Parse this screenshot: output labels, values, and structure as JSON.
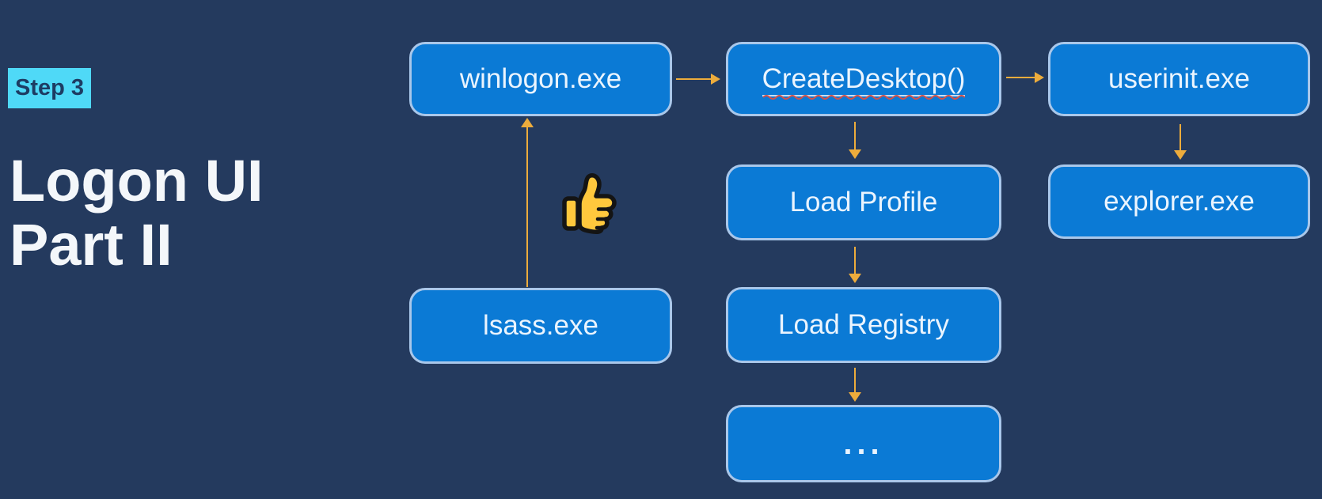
{
  "slide": {
    "background_color": "#243A5E",
    "badge": {
      "label": "Step 3",
      "background_color": "#4FD9F7",
      "text_color": "#1D3C63"
    },
    "title": {
      "line1": "Logon UI",
      "line2": "Part II",
      "color": "#F4F7FA"
    }
  },
  "diagram": {
    "style": {
      "node_fill": "#0B7AD5",
      "node_border": "#A9C7EA",
      "node_text_color": "#EAF4FE",
      "arrow_color": "#EDAC3C",
      "spellcheck_squiggle_color": "#D0524C",
      "underline_color": "#C6DEF4"
    },
    "nodes": [
      {
        "id": "winlogon",
        "label": "winlogon.exe"
      },
      {
        "id": "createdesktop",
        "label": "CreateDesktop()",
        "spellcheck_underline": true
      },
      {
        "id": "userinit",
        "label": "userinit.exe"
      },
      {
        "id": "load-profile",
        "label": "Load Profile"
      },
      {
        "id": "explorer",
        "label": "explorer.exe"
      },
      {
        "id": "load-registry",
        "label": "Load Registry"
      },
      {
        "id": "lsass",
        "label": "lsass.exe"
      },
      {
        "id": "more",
        "label": "..."
      }
    ],
    "edges": [
      {
        "from": "winlogon",
        "to": "createdesktop",
        "direction": "right"
      },
      {
        "from": "createdesktop",
        "to": "userinit",
        "direction": "right"
      },
      {
        "from": "createdesktop",
        "to": "load-profile",
        "direction": "down"
      },
      {
        "from": "load-profile",
        "to": "load-registry",
        "direction": "down"
      },
      {
        "from": "load-registry",
        "to": "more",
        "direction": "down"
      },
      {
        "from": "userinit",
        "to": "explorer",
        "direction": "down"
      },
      {
        "from": "lsass",
        "to": "winlogon",
        "direction": "up"
      }
    ],
    "icons": [
      {
        "name": "thumbs-up-emoji",
        "glyph": "👍",
        "fill": "#FFC83D",
        "outline": "#141414"
      }
    ]
  }
}
